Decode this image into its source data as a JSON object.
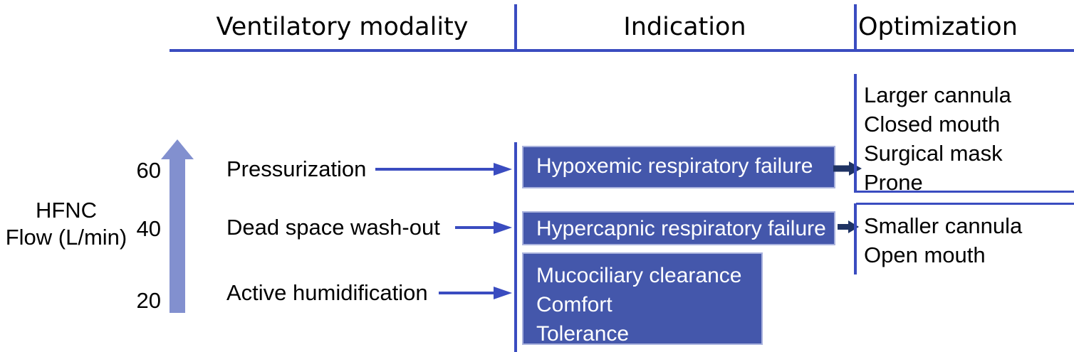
{
  "figure": {
    "accent_blue": "#3a4cc0",
    "box_fill": "#4457ab",
    "box_border": "#a9b2dd",
    "arrow_fill": "#8290cf",
    "connector_blue": "#3a4cc0",
    "thick_arrow": "#1f3364"
  },
  "headers": {
    "modality": "Ventilatory modality",
    "indication": "Indication",
    "optimization": "Optimization"
  },
  "axis": {
    "label_line_1": "HFNC",
    "label_line_2": "Flow (L/min)",
    "ticks": [
      "60",
      "40",
      "20"
    ],
    "arrow_icon": "up-arrow-icon"
  },
  "modalities": [
    {
      "label": "Pressurization"
    },
    {
      "label": "Dead space wash-out"
    },
    {
      "label": "Active humidification"
    }
  ],
  "indications": [
    {
      "lines": [
        "Hypoxemic respiratory failure"
      ]
    },
    {
      "lines": [
        "Hypercapnic respiratory failure"
      ]
    },
    {
      "lines": [
        "Mucociliary clearance",
        "Comfort",
        "Tolerance"
      ]
    }
  ],
  "optimizations": [
    {
      "lines": [
        "Larger cannula",
        "Closed mouth",
        "Surgical mask",
        "Prone"
      ]
    },
    {
      "lines": [
        "Smaller cannula",
        "Open mouth"
      ]
    }
  ]
}
